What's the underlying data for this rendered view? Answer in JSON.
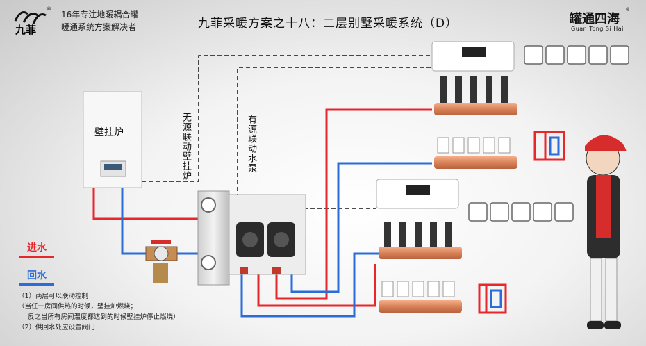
{
  "header": {
    "brand_mark": "九菲",
    "brand_line1": "16年专注地暖耦合罐",
    "brand_line2": "暖通系统方案解决者",
    "title": "九菲采暖方案之十八：二层别墅采暖系统（D）",
    "right_logo_cn": "罐通四海",
    "right_logo_en": "Guan Tong Si Hai",
    "registered": "®"
  },
  "labels": {
    "boiler": "壁挂炉",
    "passive_link": "无源联动壁挂炉",
    "active_link": "有源联动水泵"
  },
  "legend": {
    "supply": "进水",
    "return": "回水",
    "supply_color": "#e8272b",
    "return_color": "#2a6dd8"
  },
  "notes": [
    "（1）两层可以联动控制",
    "（当任一房间供热的时候，壁挂炉燃烧；",
    "反之当所有房间温度都达到的时候壁挂炉停止燃烧）",
    "（2）供回水处应设置阀门"
  ],
  "thermostats": {
    "top_count": 5,
    "bottom_count": 5
  }
}
